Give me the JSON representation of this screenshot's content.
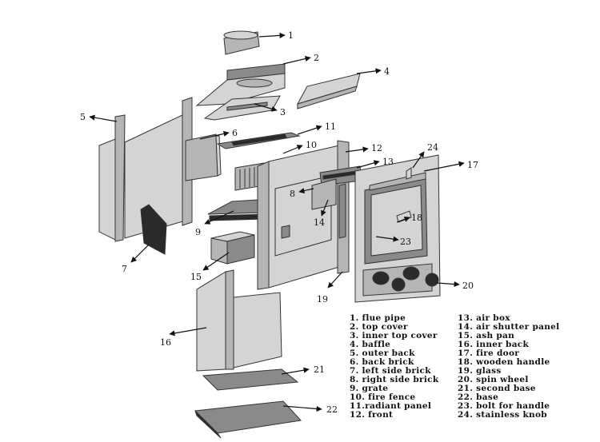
{
  "callouts": [
    "1",
    "2",
    "3",
    "4",
    "5",
    "6",
    "7",
    "8",
    "9",
    "10",
    "11",
    "12",
    "13",
    "14",
    "15",
    "16",
    "17",
    "18",
    "19",
    "20",
    "21",
    "22",
    "23",
    "24"
  ],
  "legend": [
    "1. flue pipe",
    "2. top cover",
    "3. inner top cover",
    "4. baffle",
    "5. outer back",
    "6. back brick",
    "7. left side brick",
    "8. right side brick",
    "9. grate",
    "10. fire fence",
    "11.radiant panel",
    "12. front",
    "13. air box",
    "14. air shutter panel",
    "15. ash pan",
    "16. inner back",
    "17. fire door",
    "18. wooden handle",
    "19. glass",
    "20. spin wheel",
    "21. second base",
    "22. base",
    "23. bolt for handle",
    "24. stainless knob"
  ]
}
